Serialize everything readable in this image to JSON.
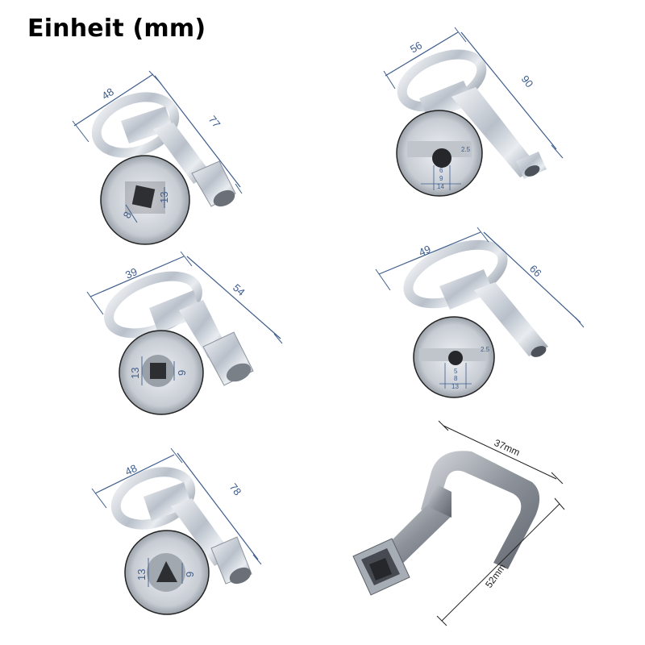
{
  "title": "Einheit (mm)",
  "colors": {
    "dimension_line": "#3e5d8c",
    "metal": "#c9ced6",
    "background": "#ffffff"
  },
  "keys": [
    {
      "id": "key1",
      "width": "48",
      "length": "77",
      "socket": [
        "13",
        "8"
      ]
    },
    {
      "id": "key2",
      "width": "56",
      "length": "90",
      "socket": [
        "2.5",
        "6",
        "9",
        "14"
      ]
    },
    {
      "id": "key3",
      "width": "39",
      "length": "54",
      "socket": [
        "13",
        "9"
      ]
    },
    {
      "id": "key4",
      "width": "49",
      "length": "66",
      "socket": [
        "2.5",
        "5",
        "8",
        "13"
      ]
    },
    {
      "id": "key5",
      "width": "48",
      "length": "78",
      "socket": [
        "13",
        "9"
      ]
    },
    {
      "id": "key6",
      "width": "37mm",
      "length": "52mm",
      "socket": []
    }
  ]
}
